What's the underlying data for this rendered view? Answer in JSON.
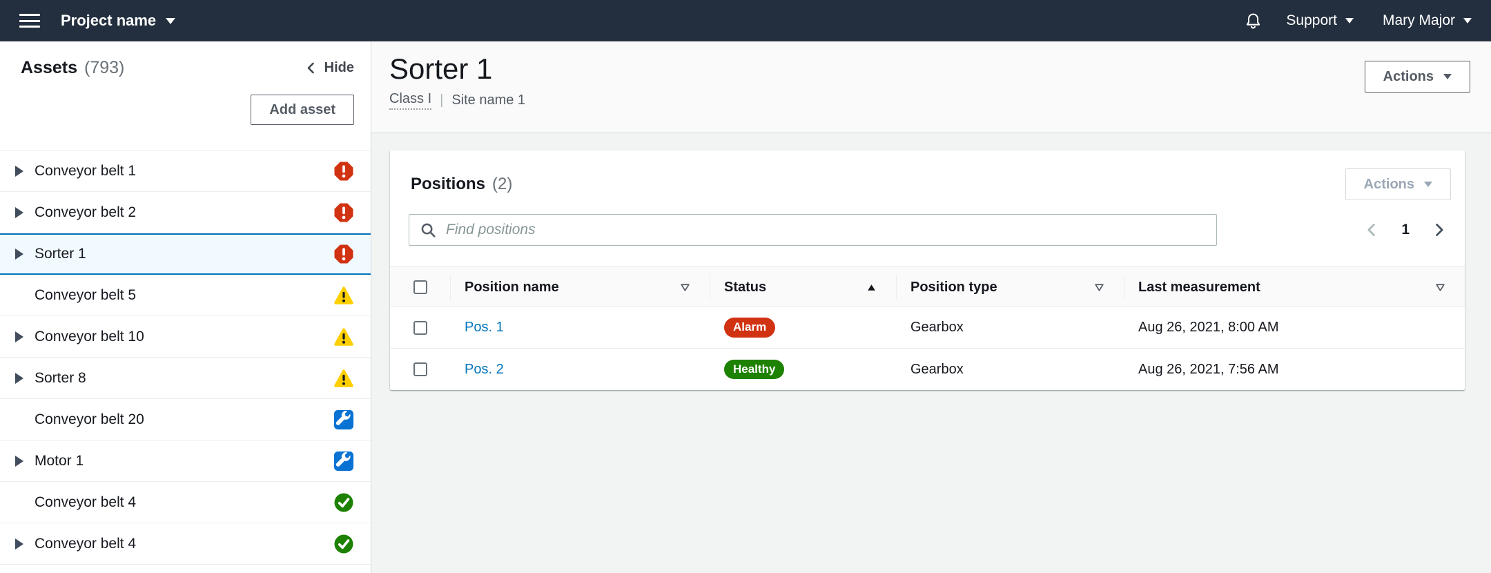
{
  "topbar": {
    "project_name": "Project name",
    "support_label": "Support",
    "user_name": "Mary Major"
  },
  "sidebar": {
    "title": "Assets",
    "count": "(793)",
    "hide_label": "Hide",
    "add_asset_label": "Add asset",
    "items": [
      {
        "label": "Conveyor belt 1",
        "status": "alarm",
        "expandable": true,
        "selected": false
      },
      {
        "label": "Conveyor belt 2",
        "status": "alarm",
        "expandable": true,
        "selected": false
      },
      {
        "label": "Sorter 1",
        "status": "alarm",
        "expandable": true,
        "selected": true
      },
      {
        "label": "Conveyor belt 5",
        "status": "warning",
        "expandable": false,
        "selected": false
      },
      {
        "label": "Conveyor belt 10",
        "status": "warning",
        "expandable": true,
        "selected": false
      },
      {
        "label": "Sorter 8",
        "status": "warning",
        "expandable": true,
        "selected": false
      },
      {
        "label": "Conveyor belt 20",
        "status": "maintenance",
        "expandable": false,
        "selected": false
      },
      {
        "label": "Motor 1",
        "status": "maintenance",
        "expandable": true,
        "selected": false
      },
      {
        "label": "Conveyor belt 4",
        "status": "healthy",
        "expandable": false,
        "selected": false
      },
      {
        "label": "Conveyor belt 4",
        "status": "healthy",
        "expandable": true,
        "selected": false
      }
    ]
  },
  "page": {
    "title": "Sorter 1",
    "class_label": "Class I",
    "separator": "|",
    "site_name": "Site name 1",
    "actions_label": "Actions"
  },
  "positions": {
    "title": "Positions",
    "count": "(2)",
    "actions_label": "Actions",
    "actions_disabled": true,
    "search_placeholder": "Find positions",
    "page_number": "1",
    "columns": [
      {
        "label": "Position name",
        "sort": "desc",
        "active": false
      },
      {
        "label": "Status",
        "sort": "asc",
        "active": true
      },
      {
        "label": "Position type",
        "sort": "desc",
        "active": false
      },
      {
        "label": "Last measurement",
        "sort": "desc",
        "active": false
      }
    ],
    "rows": [
      {
        "name": "Pos. 1",
        "status": "Alarm",
        "status_color": "#d13212",
        "type": "Gearbox",
        "last_measurement": "Aug 26, 2021, 8:00 AM"
      },
      {
        "name": "Pos. 2",
        "status": "Healthy",
        "status_color": "#1d8102",
        "type": "Gearbox",
        "last_measurement": "Aug 26, 2021, 7:56 AM"
      }
    ]
  },
  "colors": {
    "topbar_bg": "#232f3e",
    "link": "#0073bb",
    "alarm": "#d13212",
    "warning": "#ffcf00",
    "maintenance": "#0972d3",
    "healthy": "#1d8102",
    "selected_row_bg": "#f1faff",
    "selected_row_border": "#0073bb"
  }
}
